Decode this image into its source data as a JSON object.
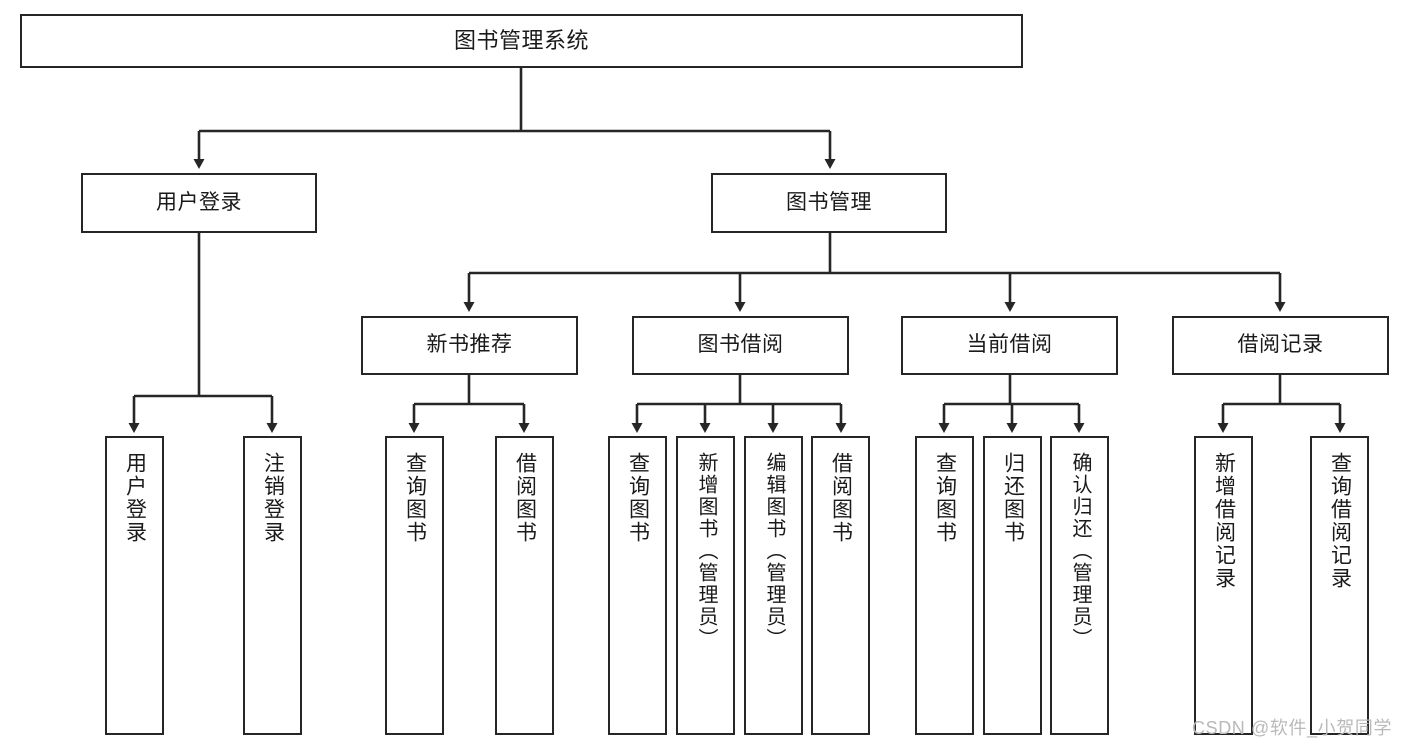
{
  "diagram": {
    "type": "tree-hierarchy-flowchart",
    "title": "图书管理系统",
    "background_color": "#ffffff",
    "box_border_color": "#262626",
    "text_color": "#1a1a1a",
    "connector_color": "#262626"
  },
  "root": {
    "label": "图书管理系统"
  },
  "level1": [
    {
      "label": "用户登录"
    },
    {
      "label": "图书管理"
    }
  ],
  "level2": [
    {
      "label": "新书推荐"
    },
    {
      "label": "图书借阅"
    },
    {
      "label": "当前借阅"
    },
    {
      "label": "借阅记录"
    }
  ],
  "leaves": {
    "user_login": [
      {
        "label": "用户登录"
      },
      {
        "label": "注销登录"
      }
    ],
    "new_book_recommend": [
      {
        "label": "查询图书"
      },
      {
        "label": "借阅图书"
      }
    ],
    "book_borrow": [
      {
        "label": "查询图书"
      },
      {
        "label": "新增图书（管理员）"
      },
      {
        "label": "编辑图书（管理员）"
      },
      {
        "label": "借阅图书"
      }
    ],
    "current_borrow": [
      {
        "label": "查询图书"
      },
      {
        "label": "归还图书"
      },
      {
        "label": "确认归还（管理员）"
      }
    ],
    "borrow_record": [
      {
        "label": "新增借阅记录"
      },
      {
        "label": "查询借阅记录"
      }
    ]
  },
  "watermark": {
    "text": "CSDN @软件_小贺同学",
    "color": "#b9b9b9"
  }
}
